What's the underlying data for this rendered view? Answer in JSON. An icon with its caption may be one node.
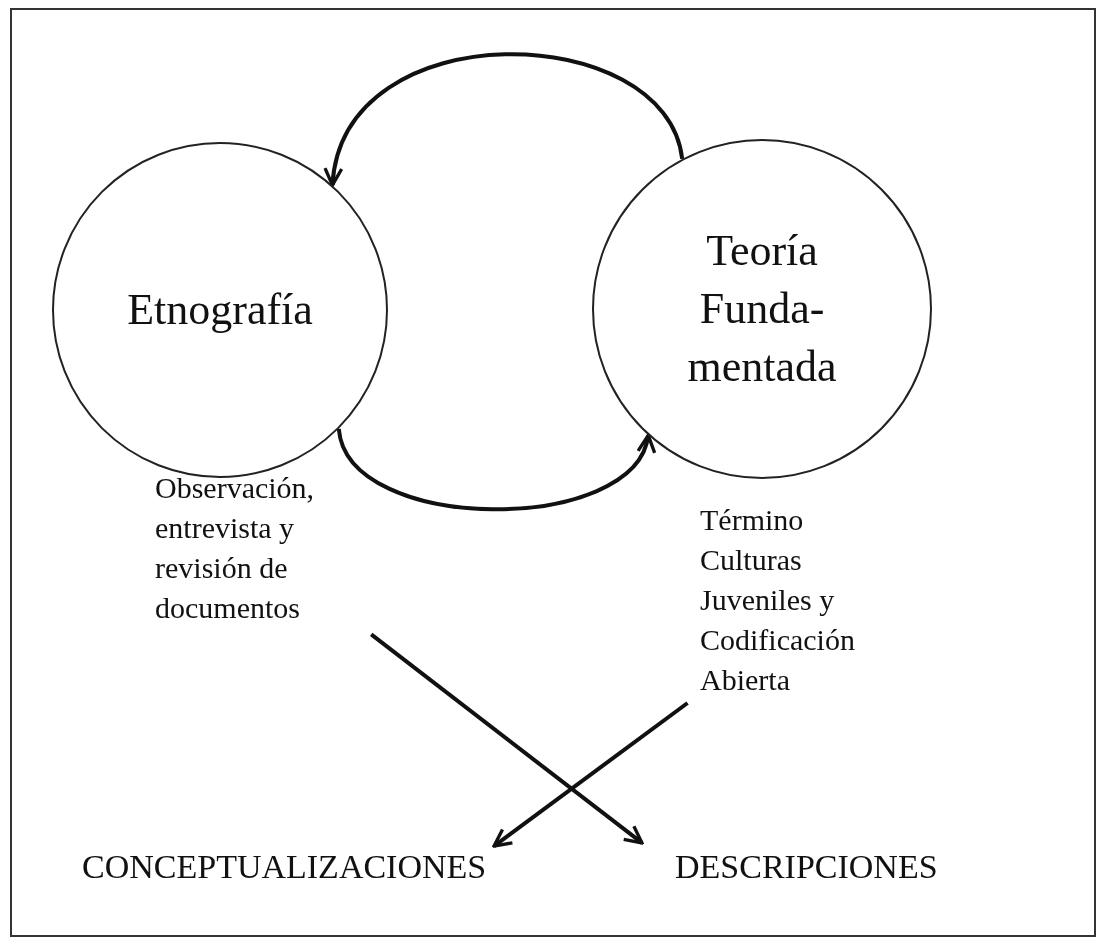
{
  "diagram": {
    "nodes": [
      {
        "text": [
          "Etnografía"
        ]
      },
      {
        "text": [
          "Teoría Funda-mentada"
        ]
      },
      {
        "text": [
          "Observación, entrevista y revisión de documentos"
        ]
      },
      {
        "text": [
          "Término Culturas Juveniles y Codificación Abierta"
        ]
      },
      {
        "text": [
          "CONCEPTUALIZACIONES"
        ]
      },
      {
        "text": [
          "DESCRIPCIONES"
        ]
      }
    ],
    "edges": [
      {
        "from": 1,
        "to": 0,
        "arrow": "to"
      },
      {
        "from": 0,
        "to": 1,
        "arrow": "to"
      },
      {
        "from": 2,
        "to": 5,
        "arrow": "to"
      },
      {
        "from": 3,
        "to": 4,
        "arrow": "to"
      }
    ]
  }
}
